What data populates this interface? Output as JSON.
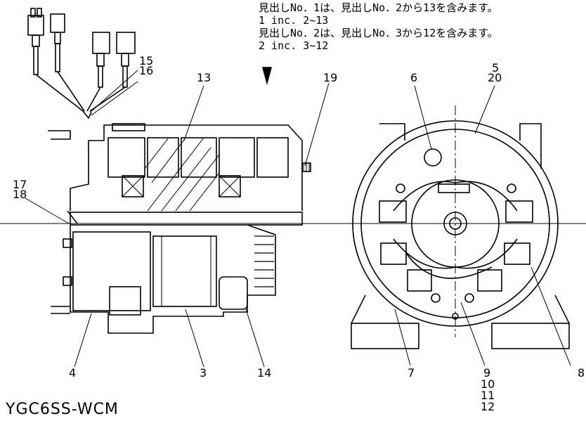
{
  "notes": [
    "見出しNo．1は、見出しNo．2から13を含みます。",
    "1 inc. 2~13",
    "見出しNo．2は、見出しNo．3から12を含みます。",
    "2 inc. 3~12"
  ],
  "drawing_code": "YGC6SS-WCM",
  "callouts": {
    "c1": "15",
    "c2": "16",
    "c3": "13",
    "c4": "19",
    "c5": "6",
    "c6": "5",
    "c7": "20",
    "c8": "17",
    "c9": "18",
    "c10": "4",
    "c11": "3",
    "c12": "14",
    "c13": "7",
    "c14": "9",
    "c15": "10",
    "c16": "11",
    "c17": "12",
    "c18": "8"
  }
}
